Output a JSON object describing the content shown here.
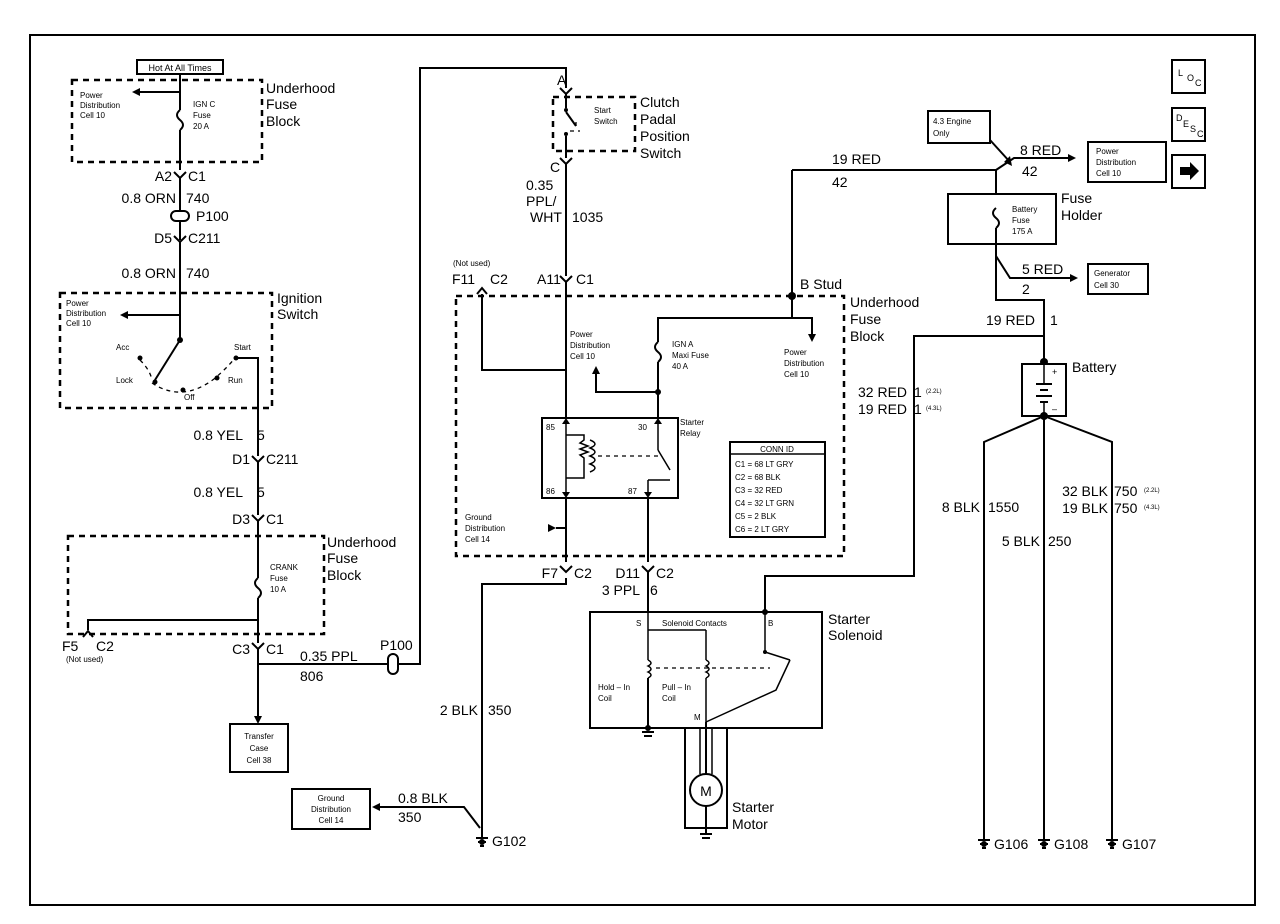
{
  "header": {
    "hot": "Hot At All Times",
    "loc_l": "L",
    "loc_o": "O",
    "loc_c": "C",
    "desc_d": "D",
    "desc_e": "E",
    "desc_s": "S",
    "desc_c": "C"
  },
  "fuse_block_ul": {
    "l1": "Underhood",
    "l2": "Fuse",
    "l3": "Block",
    "pd1": "Power",
    "pd2": "Distribution",
    "pd3": "Cell 10",
    "f1": "IGN C",
    "f2": "Fuse",
    "f3": "20 A"
  },
  "conn_upper": {
    "a2": "A2",
    "c1": "C1",
    "w1": "0.8 ORN",
    "w1n": "740",
    "p100": "P100",
    "d5": "D5",
    "c211": "C211",
    "w2": "0.8 ORN",
    "w2n": "740"
  },
  "ign_switch": {
    "l1": "Ignition",
    "l2": "Switch",
    "pd1": "Power",
    "pd2": "Distribution",
    "pd3": "Cell 10",
    "acc": "Acc",
    "start": "Start",
    "lock": "Lock",
    "run": "Run",
    "off": "Off"
  },
  "conn_mid": {
    "y1": "0.8 YEL",
    "y1n": "5",
    "d1": "D1",
    "c211": "C211",
    "y2": "0.8 YEL",
    "y2n": "5",
    "d3": "D3",
    "c1": "C1"
  },
  "fuse_block_ll": {
    "l1": "Underhood",
    "l2": "Fuse",
    "l3": "Block",
    "f1": "CRANK",
    "f2": "Fuse",
    "f3": "10 A",
    "f5": "F5",
    "c2": "C2",
    "nu": "(Not used)",
    "c3": "C3",
    "c1": "C1",
    "ppl": "0.35 PPL",
    "n806": "806",
    "p100": "P100"
  },
  "transfer": {
    "l1": "Transfer",
    "l2": "Case",
    "l3": "Cell 38"
  },
  "ground_left": {
    "l1": "Ground",
    "l2": "Distribution",
    "l3": "Cell 14",
    "w": "0.8 BLK",
    "n": "350",
    "g": "G102",
    "w2": "2 BLK",
    "n2": "350"
  },
  "clutch": {
    "a": "A",
    "sw1": "Start",
    "sw2": "Switch",
    "l1": "Clutch",
    "l2": "Padal",
    "l3": "Position",
    "l4": "Switch",
    "c": "C",
    "w1": "0.35",
    "w2": "PPL/",
    "w3": "WHT",
    "n": "1035"
  },
  "fuse_block_c": {
    "nu": "(Not used)",
    "f11": "F11",
    "c2": "C2",
    "a11": "A11",
    "c1": "C1",
    "stud": "B Stud",
    "l1": "Underhood",
    "l2": "Fuse",
    "l3": "Block",
    "pd1": "Power",
    "pd2": "Distribution",
    "pd3": "Cell 10",
    "mf1": "IGN A",
    "mf2": "Maxi Fuse",
    "mf3": "40 A",
    "pdr1": "Power",
    "pdr2": "Distribution",
    "pdr3": "Cell 10",
    "r85": "85",
    "r30": "30",
    "r86": "86",
    "r87": "87",
    "sr1": "Starter",
    "sr2": "Relay",
    "gd1": "Ground",
    "gd2": "Distribution",
    "gd3": "Cell 14",
    "f7": "F7",
    "c2b": "C2",
    "d11": "D11",
    "c2c": "C2",
    "ppl": "3 PPL",
    "n6": "6"
  },
  "conn_id": {
    "title": "CONN ID",
    "rows": [
      "C1 = 68 LT GRY",
      "C2 = 68 BLK",
      "C3 = 32 RED",
      "C4 = 32 LT GRN",
      "C5 = 2 BLK",
      "C6 = 2 LT GRY"
    ]
  },
  "solenoid": {
    "l1": "Starter",
    "l2": "Solenoid",
    "s": "S",
    "contacts": "Solenoid Contacts",
    "b": "B",
    "hold1": "Hold – In",
    "hold2": "Coil",
    "pull1": "Pull – In",
    "pull2": "Coil",
    "m": "M",
    "motor1": "Starter",
    "motor2": "Motor",
    "mm": "M"
  },
  "right": {
    "r19": "19 RED",
    "r42": "42",
    "eng1": "4.3 Engine",
    "eng2": "Only",
    "r8": "8 RED",
    "r8n": "42",
    "pd1": "Power",
    "pd2": "Distribution",
    "pd3": "Cell 10",
    "fh1": "Fuse",
    "fh2": "Holder",
    "bf1": "Battery",
    "bf2": "Fuse",
    "bf3": "175 A",
    "r5": "5 RED",
    "r5n": "2",
    "gen1": "Generator",
    "gen2": "Cell 30",
    "r19b": "19 RED",
    "r19bn": "1",
    "bat": "Battery",
    "r32a": "32 RED",
    "r32an": "1",
    "r32as": "(2.2L)",
    "r19c": "19 RED",
    "r19cn": "1",
    "r19cs": "(4.3L)",
    "k8": "8 BLK",
    "k8n": "1550",
    "k5": "5 BLK",
    "k5n": "250",
    "k32": "32 BLK",
    "k32n": "750",
    "k32s": "(2.2L)",
    "k19": "19 BLK",
    "k19n": "750",
    "k19s": "(4.3L)",
    "g106": "G106",
    "g108": "G108",
    "g107": "G107",
    "plus": "+",
    "minus": "–"
  }
}
